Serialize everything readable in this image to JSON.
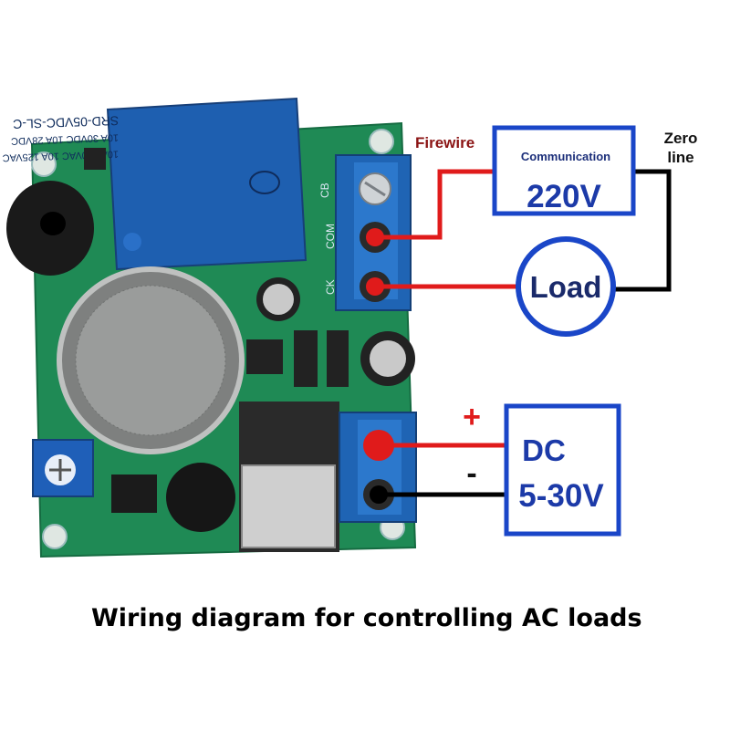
{
  "labels": {
    "firewire": "Firewire",
    "zero_line_1": "Zero",
    "zero_line_2": "line",
    "communication": "Communication",
    "voltage_ac": "220V",
    "load": "Load",
    "plus": "+",
    "minus": "-",
    "dc": "DC",
    "dc_range": "5-30V"
  },
  "board": {
    "relay_text_1": "SRD-05VDC-SL-C",
    "relay_text_2": "10A 30VDC 10A 28VDC",
    "relay_text_3": "10A 250VAC 10A 125VAC",
    "terminal_labels": [
      "CB",
      "COM",
      "CK"
    ]
  },
  "caption": "Wiring diagram for controlling AC loads",
  "colors": {
    "pcb": "#1f8a55",
    "terminal": "#1f64b4",
    "relay": "#1e5fb0",
    "box_border": "#1a46c8",
    "voltage_text": "#1c3aa8",
    "wire_red": "#e01b1b",
    "wire_black": "#000000",
    "firewire_text": "#8b1414"
  }
}
